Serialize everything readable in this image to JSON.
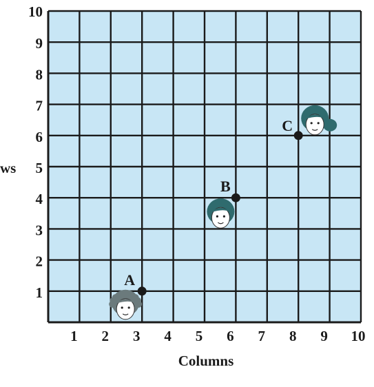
{
  "chart_data": {
    "type": "scatter",
    "xlabel": "Columns",
    "ylabel": "ws",
    "x_tick_labels": [
      "1",
      "2",
      "3",
      "4",
      "5",
      "6",
      "7",
      "8",
      "9",
      "10"
    ],
    "y_tick_labels": [
      "1",
      "2",
      "3",
      "4",
      "5",
      "6",
      "7",
      "8",
      "9",
      "10"
    ],
    "xlim": [
      0,
      10
    ],
    "ylim": [
      0,
      10
    ],
    "grid": true,
    "points": [
      {
        "label": "A",
        "x": 3,
        "y": 1,
        "face": "curly-hair-face-icon"
      },
      {
        "label": "B",
        "x": 6,
        "y": 4,
        "face": "boy-face-icon"
      },
      {
        "label": "C",
        "x": 8,
        "y": 6,
        "face": "girl-ponytail-face-icon"
      }
    ]
  },
  "colors": {
    "grid_fill": "#c8e6f5",
    "grid_line": "#1a1a1a",
    "point": "#1a1a1a",
    "text": "#1a1a1a"
  }
}
